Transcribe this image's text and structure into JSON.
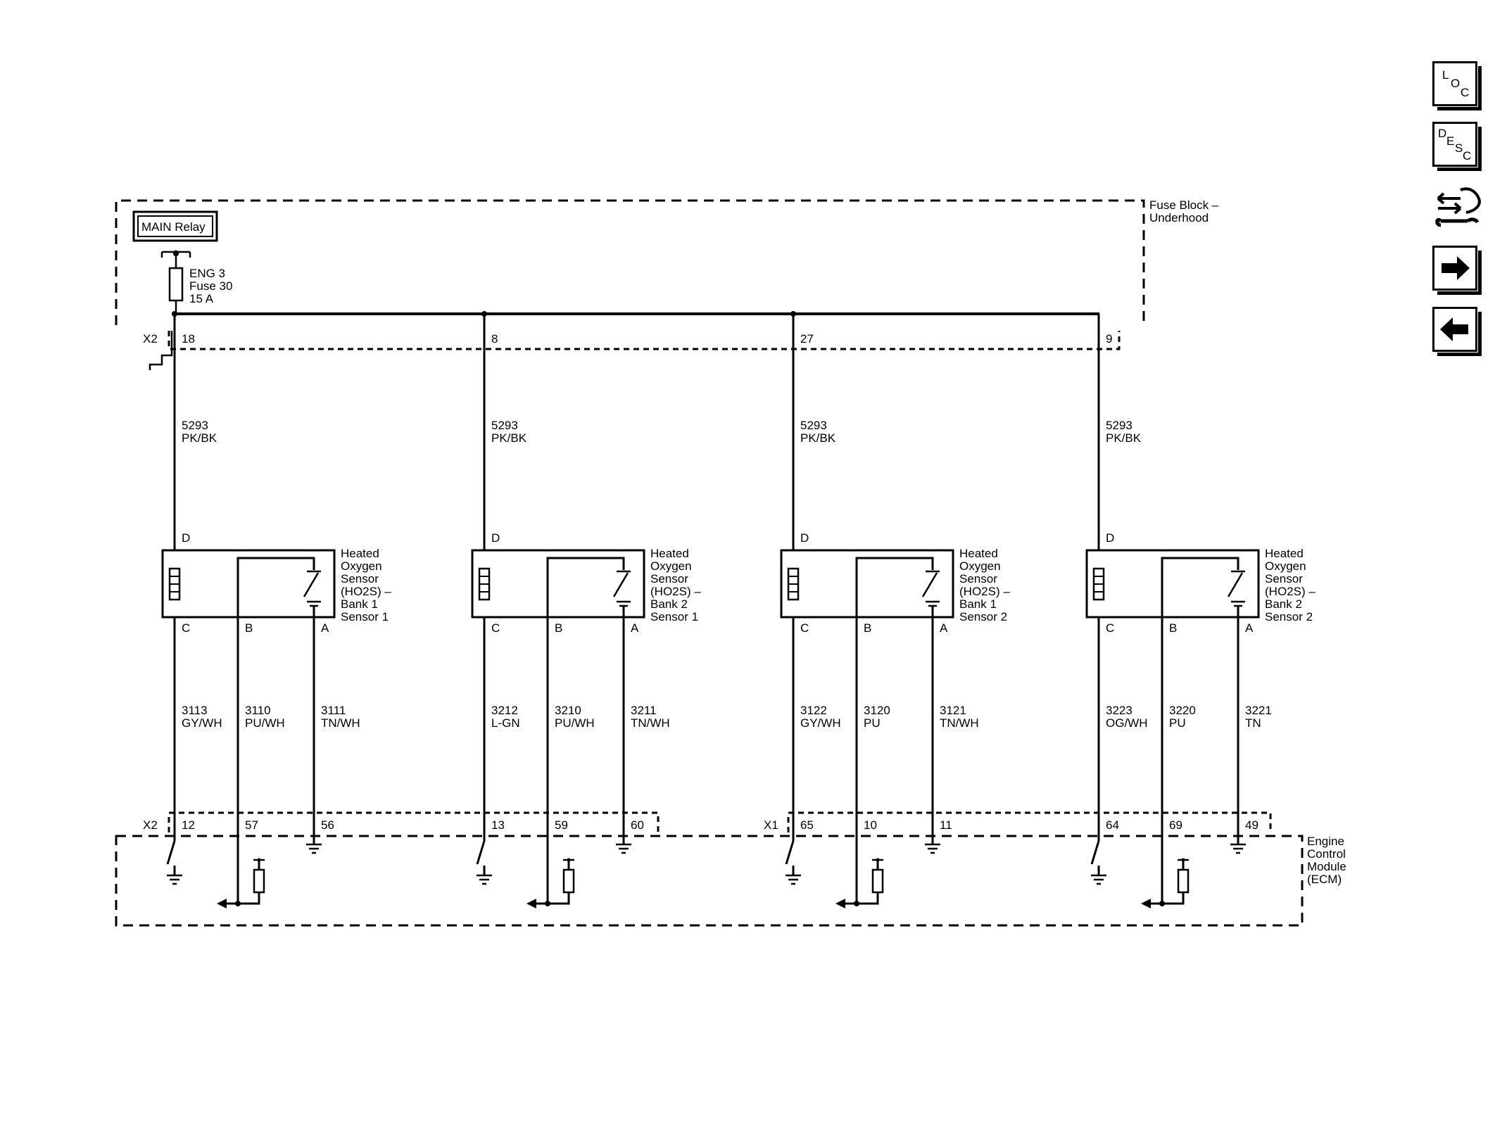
{
  "main_relay": {
    "label": "MAIN Relay"
  },
  "fuse": {
    "line1": "ENG 3",
    "line2": "Fuse 30",
    "line3": "15 A"
  },
  "fuse_block": {
    "line1": "Fuse Block –",
    "line2": "Underhood"
  },
  "ecm": {
    "line1": "Engine",
    "line2": "Control",
    "line3": "Module",
    "line4": "(ECM)"
  },
  "connectors": {
    "top_left": "X2",
    "bottom_left": "X2",
    "bottom_mid": "X1"
  },
  "pins_top": [
    "18",
    "8",
    "27",
    "9"
  ],
  "supply_wires": [
    {
      "circuit": "5293",
      "color": "PK/BK"
    },
    {
      "circuit": "5293",
      "color": "PK/BK"
    },
    {
      "circuit": "5293",
      "color": "PK/BK"
    },
    {
      "circuit": "5293",
      "color": "PK/BK"
    }
  ],
  "sensor_pin_labels": {
    "d": "D",
    "c": "C",
    "b": "B",
    "a": "A"
  },
  "sensors": [
    {
      "lines": [
        "Heated",
        "Oxygen",
        "Sensor",
        "(HO2S)  –",
        "Bank 1",
        "Sensor 1"
      ]
    },
    {
      "lines": [
        "Heated",
        "Oxygen",
        "Sensor",
        "(HO2S)  –",
        "Bank 2",
        "Sensor 1"
      ]
    },
    {
      "lines": [
        "Heated",
        "Oxygen",
        "Sensor",
        "(HO2S)  –",
        "Bank 1",
        "Sensor 2"
      ]
    },
    {
      "lines": [
        "Heated",
        "Oxygen",
        "Sensor",
        "(HO2S)  –",
        "Bank 2",
        "Sensor 2"
      ]
    }
  ],
  "signal_wires": [
    [
      {
        "circuit": "3113",
        "color": "GY/WH"
      },
      {
        "circuit": "3110",
        "color": "PU/WH"
      },
      {
        "circuit": "3111",
        "color": "TN/WH"
      }
    ],
    [
      {
        "circuit": "3212",
        "color": "L-GN"
      },
      {
        "circuit": "3210",
        "color": "PU/WH"
      },
      {
        "circuit": "3211",
        "color": "TN/WH"
      }
    ],
    [
      {
        "circuit": "3122",
        "color": "GY/WH"
      },
      {
        "circuit": "3120",
        "color": "PU"
      },
      {
        "circuit": "3121",
        "color": "TN/WH"
      }
    ],
    [
      {
        "circuit": "3223",
        "color": "OG/WH"
      },
      {
        "circuit": "3220",
        "color": "PU"
      },
      {
        "circuit": "3221",
        "color": "TN"
      }
    ]
  ],
  "ecm_pins": [
    [
      "12",
      "57",
      "56"
    ],
    [
      "13",
      "59",
      "60"
    ],
    [
      "65",
      "10",
      "11"
    ],
    [
      "64",
      "69",
      "49"
    ]
  ],
  "nav": {
    "loc": {
      "l1": "L",
      "l2": "O",
      "l3": "C"
    },
    "desc": {
      "l1": "D",
      "l2": "E",
      "l3": "S",
      "l4": "C"
    }
  }
}
